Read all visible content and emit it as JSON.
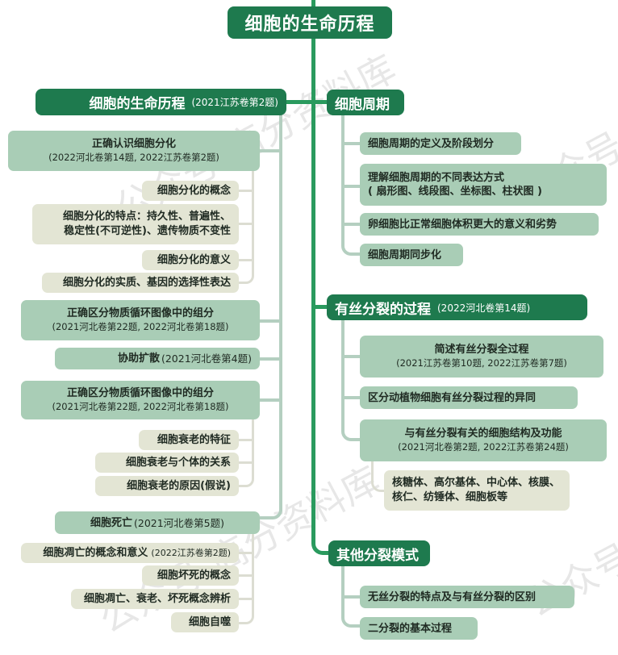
{
  "root": {
    "title": "细胞的生命历程"
  },
  "left_branch": {
    "title": "细胞的生命历程",
    "ref": "(2021江苏卷第2题)",
    "children": [
      {
        "title": "正确认识细胞分化",
        "ref": "(2022河北卷第14题, 2022江苏卷第2题)",
        "children": [
          {
            "title": "细胞分化的概念"
          },
          {
            "title": "细胞分化的特点：持久性、普遍性、",
            "title2": "稳定性(不可逆性)、遗传物质不变性"
          },
          {
            "title": "细胞分化的意义"
          },
          {
            "title": "细胞分化的实质、基因的选择性表达"
          }
        ]
      },
      {
        "title": "正确区分物质循环图像中的组分",
        "ref": "(2021河北卷第22题, 2022河北卷第18题)"
      },
      {
        "title": "协助扩散",
        "ref": "(2021河北卷第4题)"
      },
      {
        "title": "正确区分物质循环图像中的组分",
        "ref": "(2021河北卷第22题, 2022河北卷第18题)",
        "children": [
          {
            "title": "细胞衰老的特征"
          },
          {
            "title": "细胞衰老与个体的关系"
          },
          {
            "title": "细胞衰老的原因(假说)"
          }
        ]
      },
      {
        "title": "细胞死亡",
        "ref": "(2021河北卷第5题)",
        "children": [
          {
            "title": "细胞凋亡的概念和意义",
            "ref": "(2022江苏卷第2题)"
          },
          {
            "title": "细胞坏死的概念"
          },
          {
            "title": "细胞凋亡、衰老、坏死概念辨析"
          },
          {
            "title": "细胞自噬"
          }
        ]
      }
    ]
  },
  "right_branches": [
    {
      "title": "细胞周期",
      "children": [
        {
          "title": "细胞周期的定义及阶段划分"
        },
        {
          "title": "理解细胞周期的不同表达方式",
          "title2": "( 扇形图、线段图、坐标图、柱状图 )"
        },
        {
          "title": "卵细胞比正常细胞体积更大的意义和劣势"
        },
        {
          "title": "细胞周期同步化"
        }
      ]
    },
    {
      "title": "有丝分裂的过程",
      "ref": "(2022河北卷第14题)",
      "children": [
        {
          "title": "简述有丝分裂全过程",
          "ref": "(2021江苏卷第10题, 2022江苏卷第7题)"
        },
        {
          "title": "区分动植物细胞有丝分裂过程的异同"
        },
        {
          "title": "与有丝分裂有关的细胞结构及功能",
          "ref": "(2021河北卷第2题, 2022江苏卷第24题)",
          "children": [
            {
              "title": "核糖体、高尔基体、中心体、核膜、",
              "title2": "核仁、纺锤体、细胞板等"
            }
          ]
        }
      ]
    },
    {
      "title": "其他分裂模式",
      "children": [
        {
          "title": "无丝分裂的特点及与有丝分裂的区别"
        },
        {
          "title": "二分裂的基本过程"
        }
      ]
    }
  ],
  "watermark": {
    "text": "公众号-高分资料库"
  },
  "colors": {
    "dark_green": "#1e7a4e",
    "main_line": "#2a9a5e",
    "level2": "#a9cdb6",
    "level3": "#e3e5d4"
  }
}
